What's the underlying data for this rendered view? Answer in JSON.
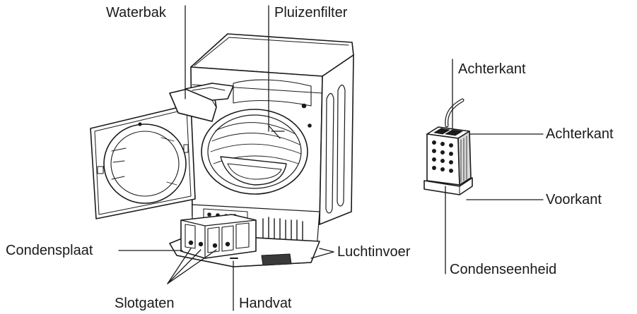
{
  "labels": {
    "waterbak": "Waterbak",
    "pluizenfilter": "Pluizenfilter",
    "condensplaat": "Condensplaat",
    "slotgaten": "Slotgaten",
    "handvat": "Handvat",
    "luchtinvoer": "Luchtinvoer",
    "achterkant_top": "Achterkant",
    "achterkant_right": "Achterkant",
    "voorkant": "Voorkant",
    "condenseenheid": "Condenseenheid"
  },
  "colors": {
    "ink": "#1a1a1a",
    "body": "#ffffff",
    "shade": "#bdbdbd",
    "dark": "#3a3a3a"
  }
}
